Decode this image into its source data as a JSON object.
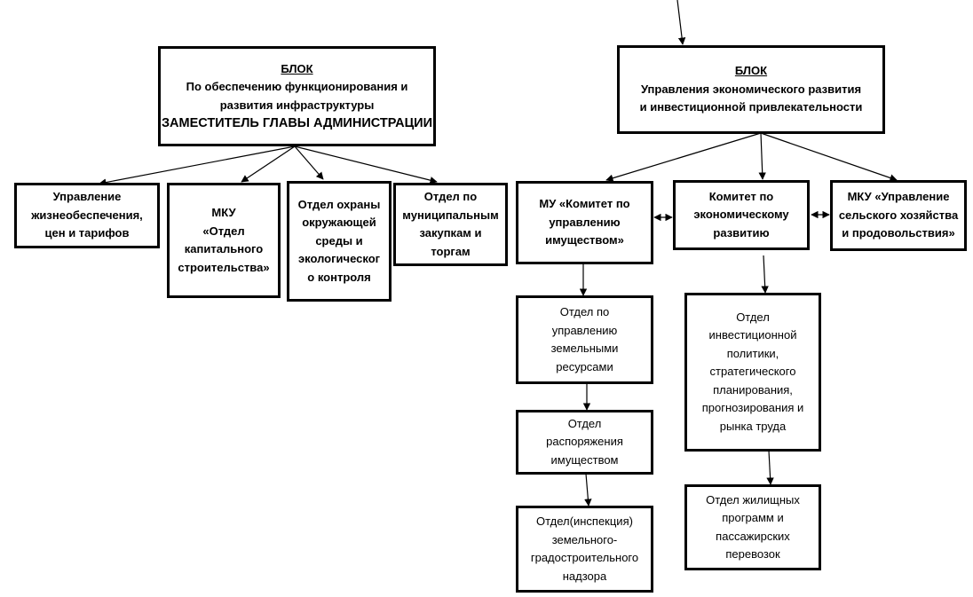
{
  "blocks": {
    "infra": {
      "title": "БЛОК",
      "line1": "По обеспечению функционирования и",
      "line2": "развития инфраструктуры",
      "line3": "ЗАМЕСТИТЕЛЬ ГЛАВЫ АДМИНИСТРАЦИИ"
    },
    "econ": {
      "title": "БЛОК",
      "line1": "Управления экономического развития",
      "line2": "и инвестиционной привлекательности"
    }
  },
  "infra_units": {
    "life": [
      "Управление",
      "жизнеобеспечения,",
      "цен и тарифов"
    ],
    "mku_cap": [
      "МКУ",
      "«Отдел",
      "капитального",
      "строительства»"
    ],
    "ecology": [
      "Отдел охраны",
      "окружающей",
      "среды и",
      "экологическог",
      "о контроля"
    ],
    "procurement": [
      "Отдел по",
      "муниципальным",
      "закупкам и",
      "торгам"
    ]
  },
  "econ_units": {
    "property_committee": [
      "МУ «Комитет по",
      "управлению",
      "имуществом»"
    ],
    "econ_committee": [
      "Комитет по",
      "экономическому",
      "развитию"
    ],
    "agriculture": [
      "МКУ «Управление",
      "сельского хозяйства",
      "и продовольствия»"
    ]
  },
  "sub_units": {
    "land": [
      "Отдел по",
      "управлению",
      "земельными",
      "ресурсами"
    ],
    "property_disposal": [
      "Отдел",
      "распоряжения",
      "имуществом"
    ],
    "inspection": [
      "Отдел(инспекция)",
      "земельного-",
      "градостроительного",
      "надзора"
    ],
    "investment": [
      "Отдел",
      "инвестиционной",
      "политики,",
      "стратегического",
      "планирования,",
      "прогнозирования и",
      "рынка труда"
    ],
    "housing": [
      "Отдел жилищных",
      "программ и",
      "пассажирских",
      "перевозок"
    ]
  }
}
